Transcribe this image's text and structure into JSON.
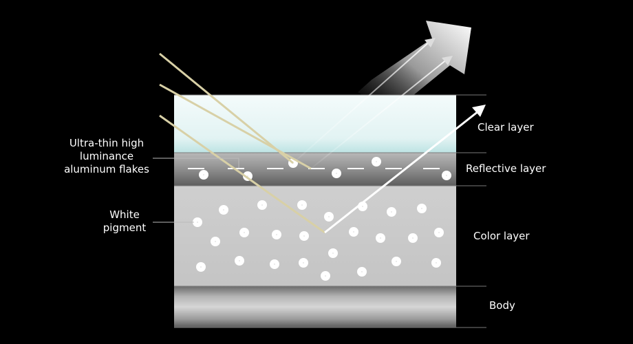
{
  "labels": {
    "clear_layer": "Clear layer",
    "reflective_layer": "Reflective layer",
    "color_layer": "Color layer",
    "body": "Body",
    "flakes_line1": "Ultra-thin high",
    "flakes_line2": "luminance",
    "flakes_line3": "aluminum flakes",
    "pigment_line1": "White",
    "pigment_line2": "pigment"
  },
  "colors": {
    "background": "#000000",
    "clear_layer": "#dff3f4",
    "incident_ray": "#d8d0a6",
    "reflected_ray": "#ffffff",
    "body_layer": "#bdbdbd"
  }
}
